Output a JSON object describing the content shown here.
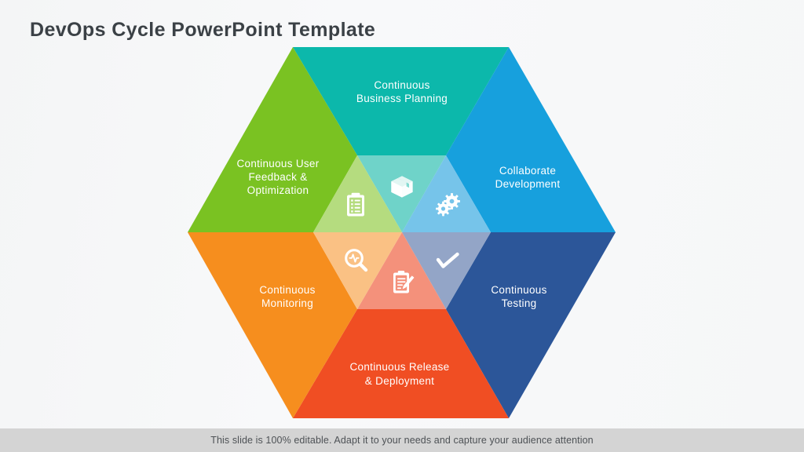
{
  "slide": {
    "title": "DevOps Cycle PowerPoint Template",
    "background_color": "#f6f7f8",
    "title_color": "#3b4146"
  },
  "footer": {
    "text": "This slide is 100% editable. Adapt it to your needs and capture your audience attention",
    "bar_color": "#d4d4d4",
    "text_color": "#4e5256"
  },
  "diagram": {
    "type": "hexagon-cycle",
    "segment_count": 6,
    "segments": [
      {
        "id": "business-planning",
        "position": "top",
        "label_lines": [
          "Continuous",
          "Business Planning"
        ],
        "label_full": "Continuous Business Planning",
        "color": "#0cb8ab",
        "inner_color": "#6fd3c9",
        "icon": "box-icon"
      },
      {
        "id": "collaborate-development",
        "position": "top-right",
        "label_lines": [
          "Collaborate",
          "Development"
        ],
        "label_full": "Collaborate Development",
        "color": "#17a0dd",
        "inner_color": "#76c4ea",
        "icon": "gears-icon"
      },
      {
        "id": "continuous-testing",
        "position": "bottom-right",
        "label_lines": [
          "Continuous",
          "Testing"
        ],
        "label_full": "Continuous Testing",
        "color": "#2c5699",
        "inner_color": "#93a5c7",
        "icon": "check-icon"
      },
      {
        "id": "release-deployment",
        "position": "bottom",
        "label_lines": [
          "Continuous  Release",
          "& Deployment"
        ],
        "label_full": "Continuous Release & Deployment",
        "color": "#f04e23",
        "inner_color": "#f4917b",
        "icon": "clipboard-edit-icon"
      },
      {
        "id": "continuous-monitoring",
        "position": "bottom-left",
        "label_lines": [
          "Continuous",
          "Monitoring"
        ],
        "label_full": "Continuous Monitoring",
        "color": "#f68e1e",
        "inner_color": "#fac184",
        "icon": "magnifier-chart-icon"
      },
      {
        "id": "user-feedback-optimization",
        "position": "top-left",
        "label_lines": [
          "Continuous  User",
          "Feedback &",
          "Optimization"
        ],
        "label_full": "Continuous User Feedback & Optimization",
        "color": "#7ac222",
        "inner_color": "#b5dc7f",
        "icon": "clipboard-list-icon"
      }
    ]
  }
}
